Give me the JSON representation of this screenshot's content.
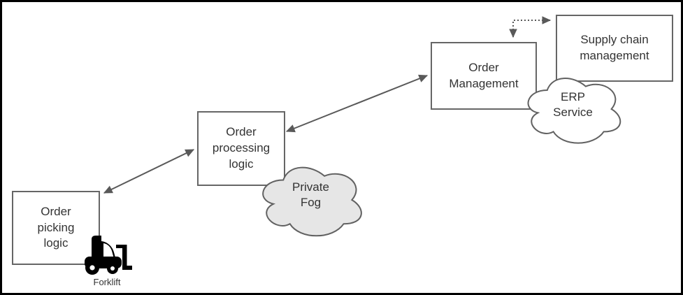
{
  "nodes": {
    "order_picking": {
      "lines": [
        "Order",
        "picking",
        "logic"
      ]
    },
    "order_processing": {
      "lines": [
        "Order",
        "processing",
        "logic"
      ]
    },
    "order_management": {
      "lines": [
        "Order",
        "Management"
      ]
    },
    "supply_chain": {
      "lines": [
        "Supply chain",
        "management"
      ]
    }
  },
  "clouds": {
    "private_fog": {
      "lines": [
        "Private",
        "Fog"
      ],
      "fill": "#e6e6e6"
    },
    "erp_service": {
      "lines": [
        "ERP",
        "Service"
      ],
      "fill": "#ffffff"
    }
  },
  "icons": {
    "forklift": {
      "label": "Forklift"
    }
  },
  "connectors": {
    "picking_processing": {
      "type": "double-arrow",
      "style": "solid"
    },
    "processing_management": {
      "type": "double-arrow",
      "style": "solid"
    },
    "management_supply": {
      "type": "double-arrow",
      "style": "dotted"
    }
  },
  "colors": {
    "arrow": "#595959",
    "shape_border": "#666666",
    "text": "#333333",
    "fog_fill": "#e6e6e6",
    "canvas_border": "#000000",
    "background": "#ffffff"
  }
}
